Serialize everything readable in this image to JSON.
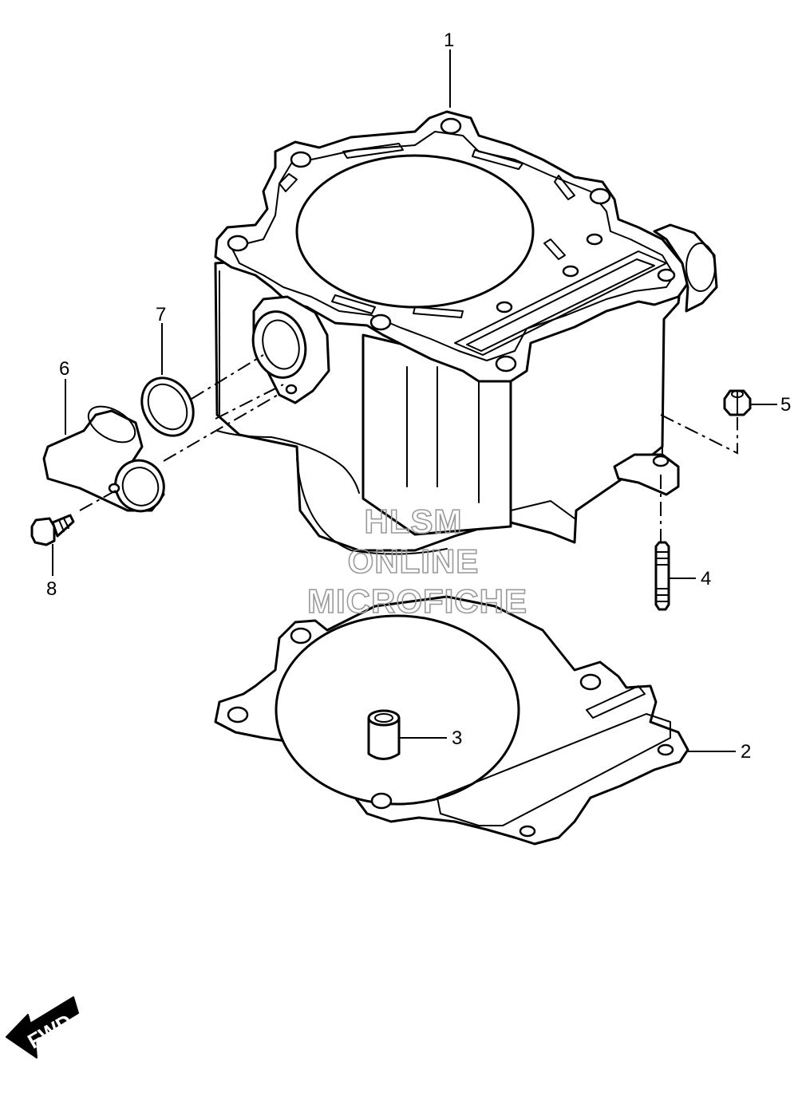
{
  "callouts": [
    {
      "id": "1",
      "label": "1"
    },
    {
      "id": "2",
      "label": "2"
    },
    {
      "id": "3",
      "label": "3"
    },
    {
      "id": "4",
      "label": "4"
    },
    {
      "id": "5",
      "label": "5"
    },
    {
      "id": "6",
      "label": "6"
    },
    {
      "id": "7",
      "label": "7"
    },
    {
      "id": "8",
      "label": "8"
    }
  ],
  "watermark": {
    "line1": "HLSM",
    "line2": "ONLINE",
    "line3": "MICROFICHE"
  },
  "direction_indicator": {
    "label": "FWD",
    "icon": "forward-arrow-icon"
  },
  "colors": {
    "line": "#000000",
    "background": "#ffffff",
    "watermark": "#9a9a9a"
  }
}
